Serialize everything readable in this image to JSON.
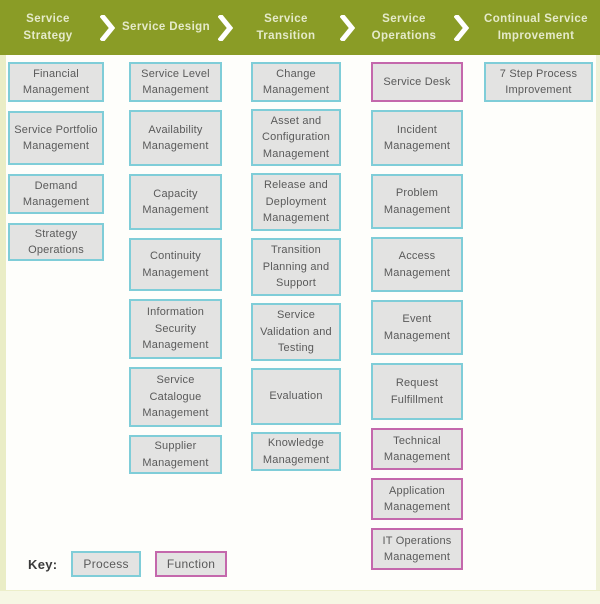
{
  "header": {
    "chevron_icon": "chevron-right",
    "stages": [
      {
        "label": "Service Strategy"
      },
      {
        "label": "Service Design"
      },
      {
        "label": "Service Transition"
      },
      {
        "label": "Service Operations"
      },
      {
        "label": "Continual Service Improvement"
      }
    ]
  },
  "columns": [
    {
      "stage": "Service Strategy",
      "boxes": [
        {
          "label": "Financial Management",
          "type": "process"
        },
        {
          "label": "Service Portfolio Management",
          "type": "process"
        },
        {
          "label": "Demand Management",
          "type": "process"
        },
        {
          "label": "Strategy Operations",
          "type": "process"
        }
      ]
    },
    {
      "stage": "Service Design",
      "boxes": [
        {
          "label": "Service Level Management",
          "type": "process"
        },
        {
          "label": "Availability Management",
          "type": "process"
        },
        {
          "label": "Capacity Management",
          "type": "process"
        },
        {
          "label": "Continuity Management",
          "type": "process"
        },
        {
          "label": "Information Security Management",
          "type": "process"
        },
        {
          "label": "Service Catalogue Management",
          "type": "process"
        },
        {
          "label": "Supplier Management",
          "type": "process"
        }
      ]
    },
    {
      "stage": "Service Transition",
      "boxes": [
        {
          "label": "Change Management",
          "type": "process"
        },
        {
          "label": "Asset and Configuration Management",
          "type": "process"
        },
        {
          "label": "Release and Deployment Management",
          "type": "process"
        },
        {
          "label": "Transition Planning and Support",
          "type": "process"
        },
        {
          "label": "Service Validation and Testing",
          "type": "process"
        },
        {
          "label": "Evaluation",
          "type": "process"
        },
        {
          "label": "Knowledge Management",
          "type": "process"
        }
      ]
    },
    {
      "stage": "Service Operations",
      "boxes": [
        {
          "label": "Service Desk",
          "type": "function"
        },
        {
          "label": "Incident Management",
          "type": "process"
        },
        {
          "label": "Problem Management",
          "type": "process"
        },
        {
          "label": "Access Management",
          "type": "process"
        },
        {
          "label": "Event Management",
          "type": "process"
        },
        {
          "label": "Request Fulfillment",
          "type": "process"
        },
        {
          "label": "Technical Management",
          "type": "function"
        },
        {
          "label": "Application Management",
          "type": "function"
        },
        {
          "label": "IT Operations Management",
          "type": "function"
        }
      ]
    },
    {
      "stage": "Continual Service Improvement",
      "boxes": [
        {
          "label": "7 Step Process Improvement",
          "type": "process"
        }
      ]
    }
  ],
  "key": {
    "label": "Key:",
    "items": [
      {
        "label": "Process",
        "type": "process"
      },
      {
        "label": "Function",
        "type": "function"
      }
    ]
  },
  "colors": {
    "stage_green": "#8A9C26",
    "process_border": "#7FCDD8",
    "function_border": "#C468AC",
    "box_fill": "#E3E3E2"
  }
}
